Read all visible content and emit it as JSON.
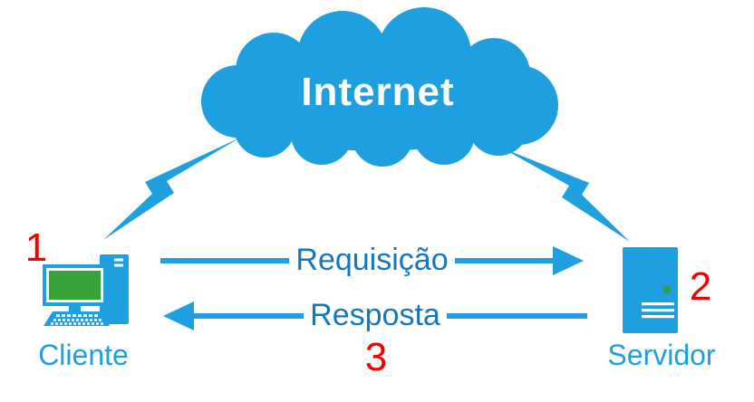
{
  "diagram": {
    "internet_label": "Internet",
    "nodes": [
      {
        "id": "cliente",
        "label": "Cliente",
        "number": "1"
      },
      {
        "id": "servidor",
        "label": "Servidor",
        "number": "2"
      }
    ],
    "flows": [
      {
        "label": "Requisição",
        "direction": "client-to-server"
      },
      {
        "label": "Resposta",
        "direction": "server-to-client",
        "number": "3"
      }
    ],
    "colors": {
      "primary_blue": "#1E9FE0",
      "flow_label_blue": "#1578BE",
      "number_red": "#F20000",
      "screen_green": "#38A338",
      "led_green": "#2E9C44",
      "background": "#FFFFFF"
    },
    "icons": [
      "internet-cloud-icon",
      "lightning-bolt-left-icon",
      "lightning-bolt-right-icon",
      "client-computer-icon",
      "server-icon",
      "request-arrow-icon",
      "response-arrow-icon"
    ]
  }
}
